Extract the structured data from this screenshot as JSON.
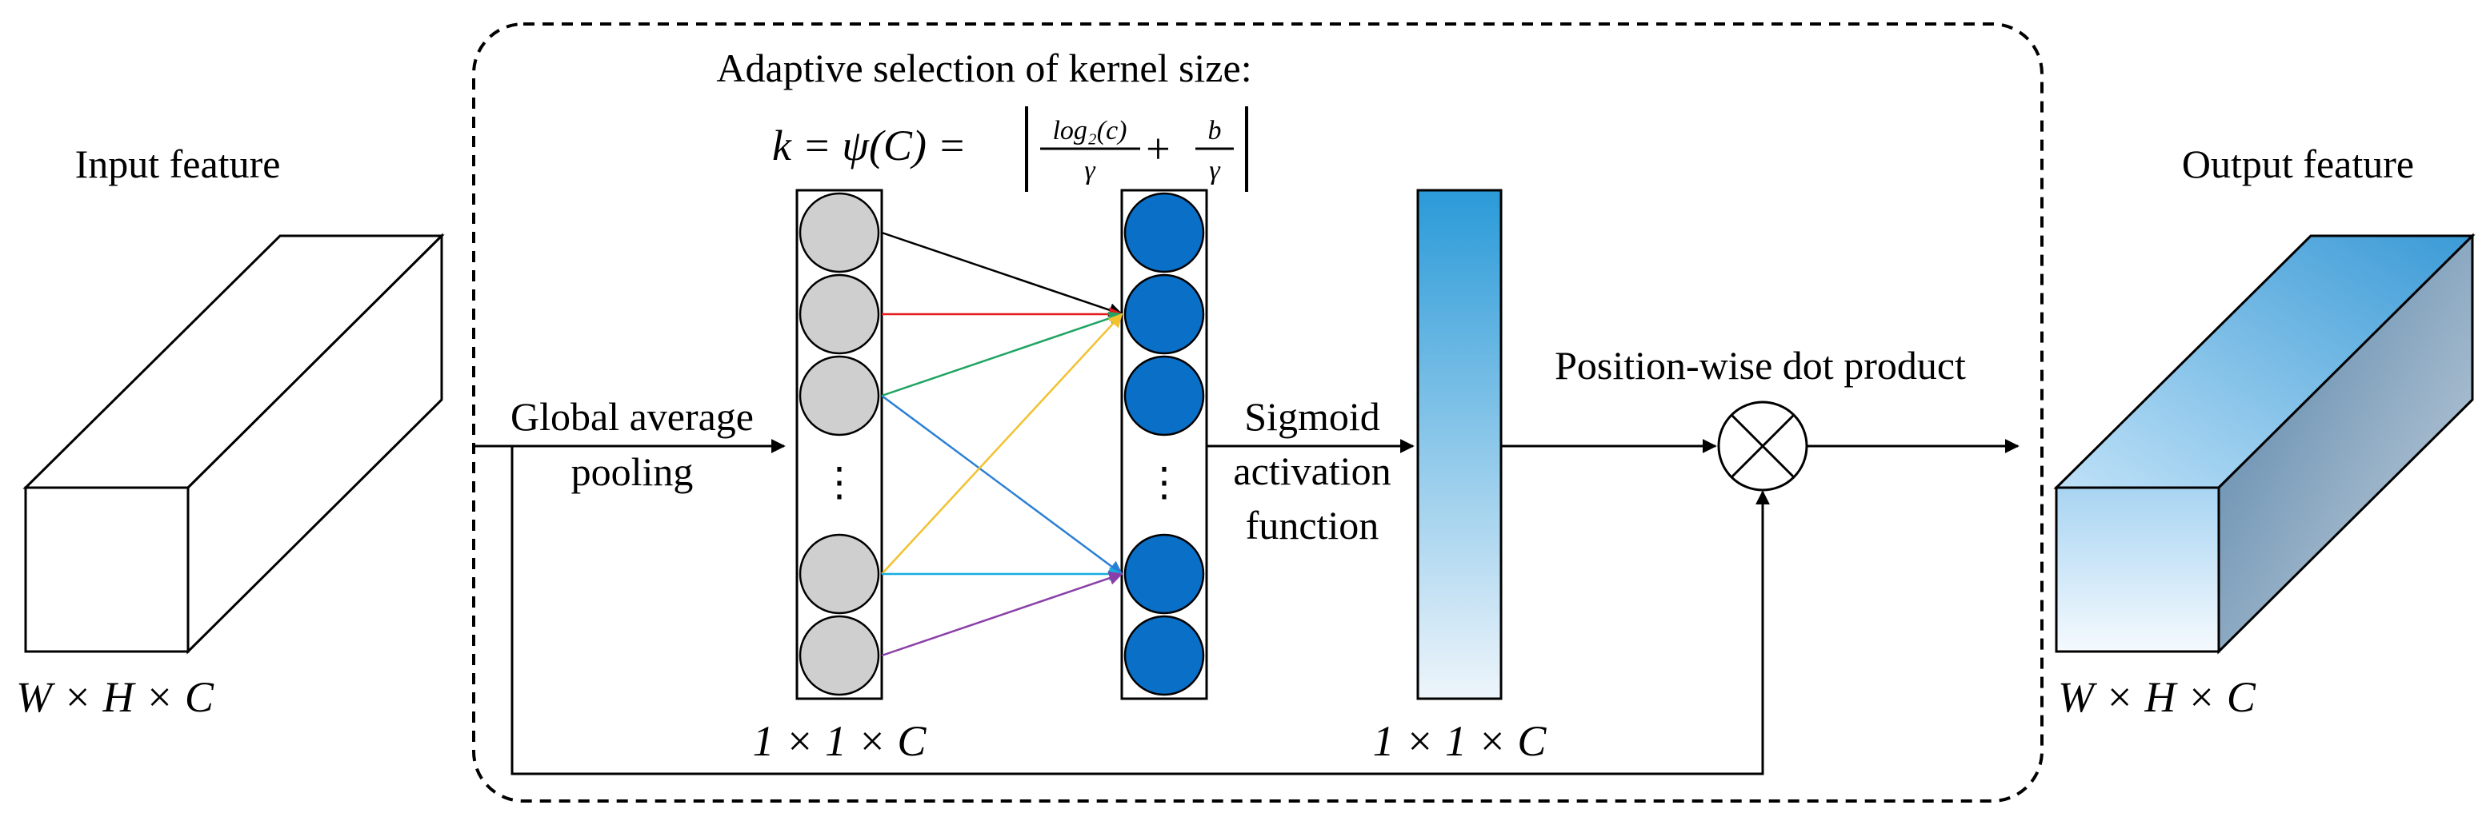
{
  "title": "Adaptive selection of kernel size:",
  "formula": {
    "lhs": "k = ψ(C) =",
    "num1": "log₂(c)",
    "den1": "γ",
    "plus": "+",
    "num2": "b",
    "den2": "γ"
  },
  "labels": {
    "input_feature": "Input feature",
    "output_feature": "Output feature",
    "input_dims": "W × H × C",
    "output_dims": "W × H × C",
    "gap_line1": "Global average",
    "gap_line2": "pooling",
    "sig_line1": "Sigmoid",
    "sig_line2": "activation",
    "sig_line3": "function",
    "pos_dot": "Position-wise dot product",
    "vec1_dims": "1 × 1 × C",
    "vec2_dims": "1 × 1 × C",
    "ellipsis": "⋮"
  },
  "colors": {
    "gray_circle": "#cfcfcf",
    "blue_circle": "#0a6fc7",
    "line_colors": [
      "#000000",
      "#e41a1c",
      "#1fa463",
      "#2a7fd4",
      "#f2c12e",
      "#17aee0",
      "#8a3fa8"
    ],
    "gradient_top": "#2a9ad8",
    "gradient_bottom": "#eef5fb"
  }
}
